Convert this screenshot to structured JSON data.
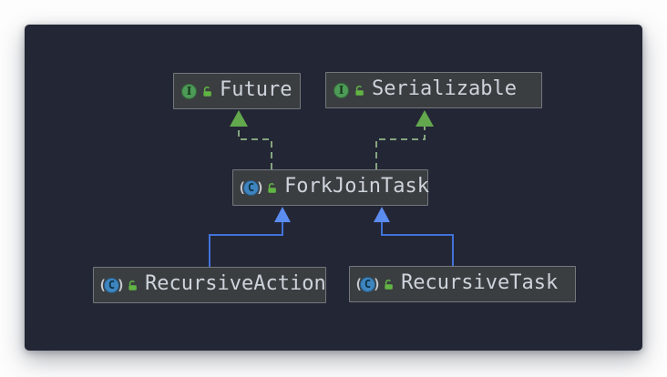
{
  "diagram": {
    "kind": "uml-class-diagram",
    "nodes": [
      {
        "id": "future",
        "label": "Future",
        "type": "interface",
        "badge": "I"
      },
      {
        "id": "serializable",
        "label": "Serializable",
        "type": "interface",
        "badge": "I"
      },
      {
        "id": "forkjointask",
        "label": "ForkJoinTask",
        "type": "class",
        "badge": "C"
      },
      {
        "id": "recursiveaction",
        "label": "RecursiveAction",
        "type": "class",
        "badge": "C"
      },
      {
        "id": "recursivetask",
        "label": "RecursiveTask",
        "type": "class",
        "badge": "C"
      }
    ],
    "edges": [
      {
        "from": "ForkJoinTask",
        "to": "Future",
        "relation": "implements",
        "style": "green-dashed"
      },
      {
        "from": "ForkJoinTask",
        "to": "Serializable",
        "relation": "implements",
        "style": "green-dashed"
      },
      {
        "from": "RecursiveAction",
        "to": "ForkJoinTask",
        "relation": "extends",
        "style": "blue-solid"
      },
      {
        "from": "RecursiveTask",
        "to": "ForkJoinTask",
        "relation": "extends",
        "style": "blue-solid"
      }
    ],
    "icons": {
      "interface_badge": "I",
      "class_badge": "C",
      "visibility": "unlocked-padlock"
    }
  },
  "colors": {
    "canvas_bg": "#232635",
    "node_bg": "#3b3e41",
    "node_border": "#74787c",
    "node_text": "#ced4dc",
    "implements_edge": "#84a57f",
    "implements_arrow": "#63a84d",
    "extends_edge": "#4272d9",
    "extends_arrow": "#5b8cf0",
    "interface_icon_bg": "#4d9b57",
    "class_icon_bg": "#3e85c0",
    "lock_icon": "#62b543"
  }
}
